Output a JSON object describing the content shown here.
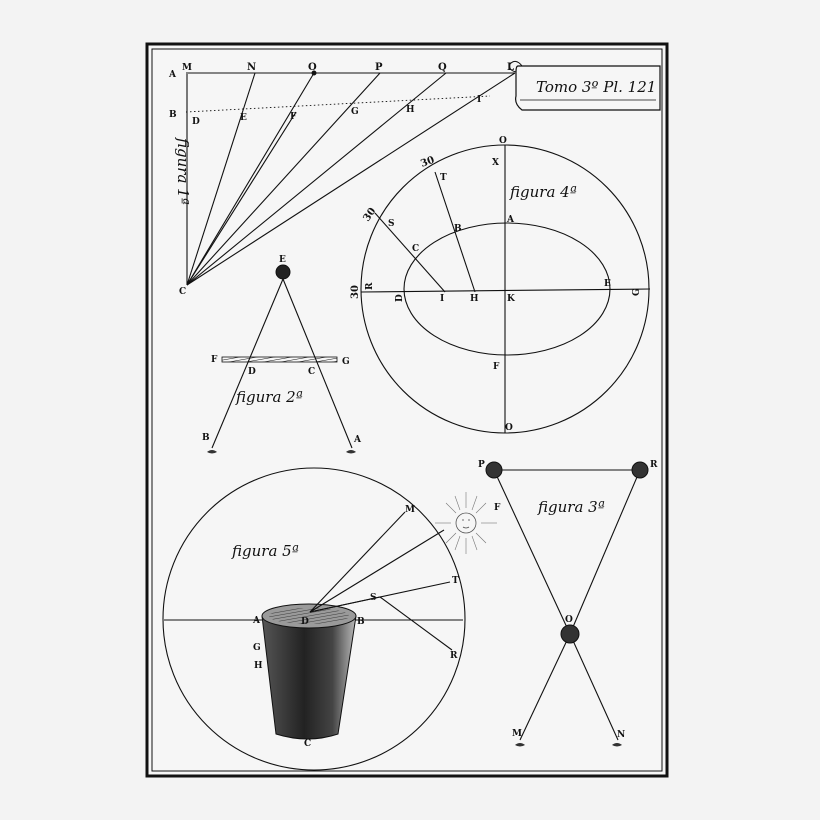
{
  "plate": {
    "tomo_label": "Tomo 3º Pl. 121"
  },
  "figure1": {
    "caption": "figura 1ª",
    "labels": [
      "A",
      "M",
      "N",
      "O",
      "P",
      "Q",
      "L",
      "B",
      "D",
      "E",
      "F",
      "G",
      "H",
      "I",
      "C"
    ]
  },
  "figure2": {
    "caption": "figura 2ª",
    "labels": [
      "E",
      "F",
      "G",
      "D",
      "C",
      "B",
      "A"
    ]
  },
  "figure3": {
    "caption": "figura 3ª",
    "labels": [
      "P",
      "R",
      "O",
      "M",
      "N"
    ]
  },
  "figure4": {
    "caption": "figura 4ª",
    "labels": [
      "O",
      "X",
      "30",
      "T",
      "30",
      "S",
      "B",
      "A",
      "C",
      "30",
      "R",
      "D",
      "I",
      "H",
      "K",
      "E",
      "G",
      "F",
      "O"
    ]
  },
  "figure5": {
    "caption": "figura 5ª",
    "labels": [
      "M",
      "F",
      "T",
      "S",
      "A",
      "D",
      "B",
      "G",
      "H",
      "R",
      "C"
    ]
  }
}
